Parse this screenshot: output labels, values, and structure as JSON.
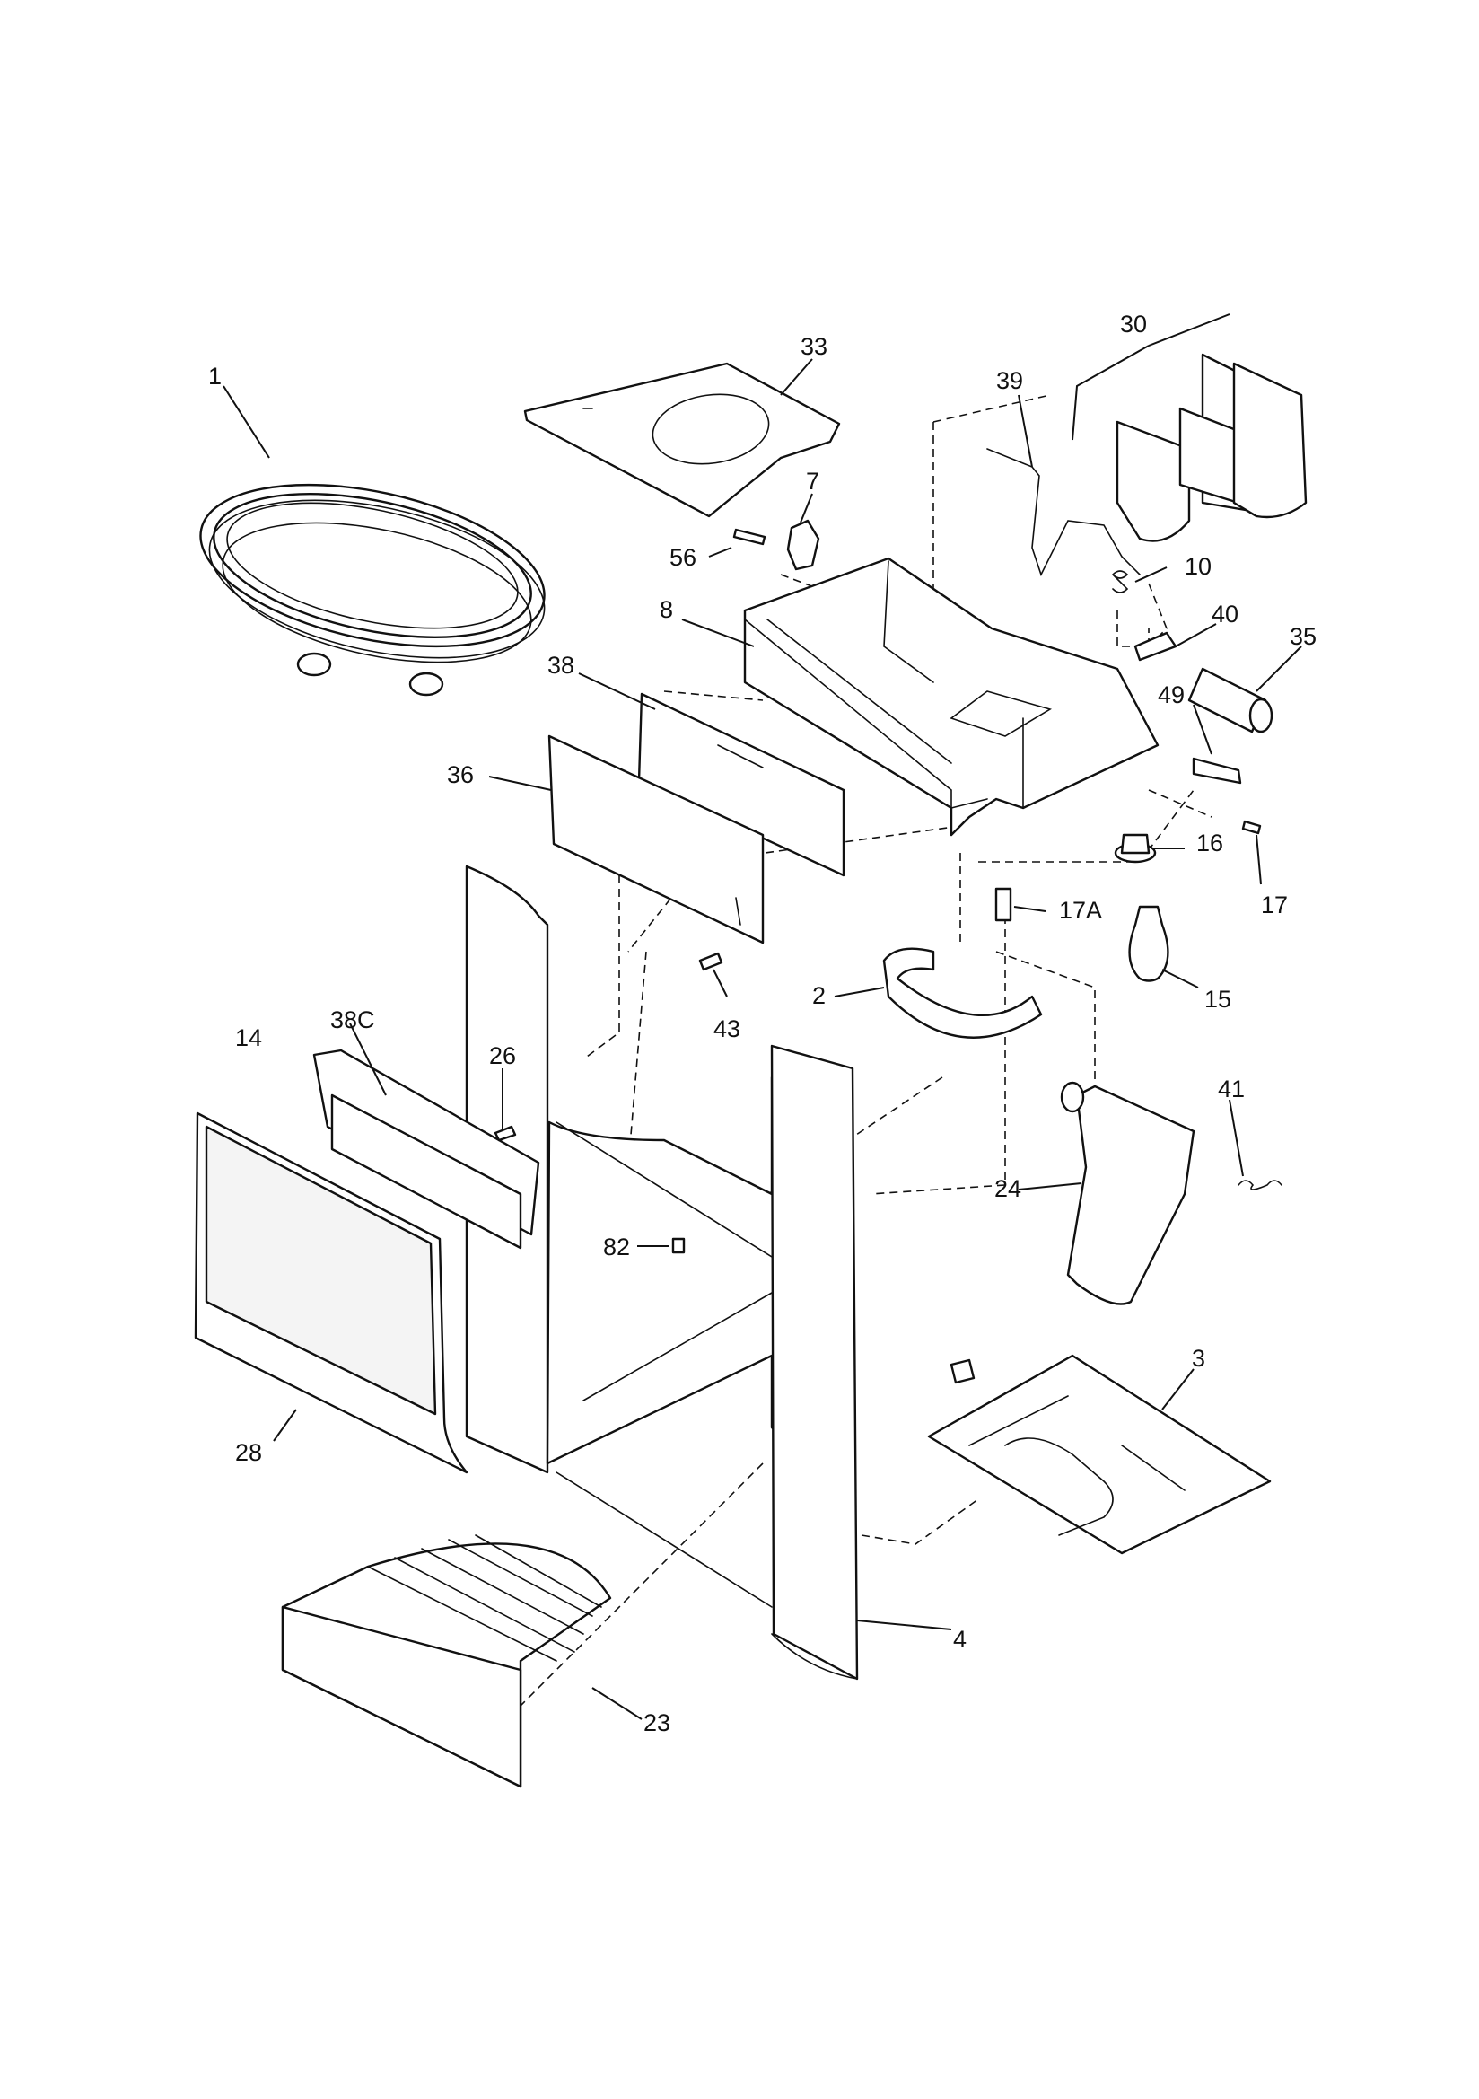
{
  "diagram": {
    "callouts": [
      {
        "id": "p1",
        "label": "1"
      },
      {
        "id": "p33",
        "label": "33"
      },
      {
        "id": "p30",
        "label": "30"
      },
      {
        "id": "p39",
        "label": "39"
      },
      {
        "id": "p7",
        "label": "7"
      },
      {
        "id": "p56",
        "label": "56"
      },
      {
        "id": "p10",
        "label": "10"
      },
      {
        "id": "p8",
        "label": "8"
      },
      {
        "id": "p40",
        "label": "40"
      },
      {
        "id": "p35",
        "label": "35"
      },
      {
        "id": "p38",
        "label": "38"
      },
      {
        "id": "p49",
        "label": "49"
      },
      {
        "id": "p36",
        "label": "36"
      },
      {
        "id": "p16",
        "label": "16"
      },
      {
        "id": "p17",
        "label": "17"
      },
      {
        "id": "p17A",
        "label": "17A"
      },
      {
        "id": "p15",
        "label": "15"
      },
      {
        "id": "p43",
        "label": "43"
      },
      {
        "id": "p2",
        "label": "2"
      },
      {
        "id": "p14",
        "label": "14"
      },
      {
        "id": "p38C",
        "label": "38C"
      },
      {
        "id": "p26",
        "label": "26"
      },
      {
        "id": "p41",
        "label": "41"
      },
      {
        "id": "p24",
        "label": "24"
      },
      {
        "id": "p82",
        "label": "82"
      },
      {
        "id": "p3",
        "label": "3"
      },
      {
        "id": "p28",
        "label": "28"
      },
      {
        "id": "p4",
        "label": "4"
      },
      {
        "id": "p23",
        "label": "23"
      }
    ]
  }
}
